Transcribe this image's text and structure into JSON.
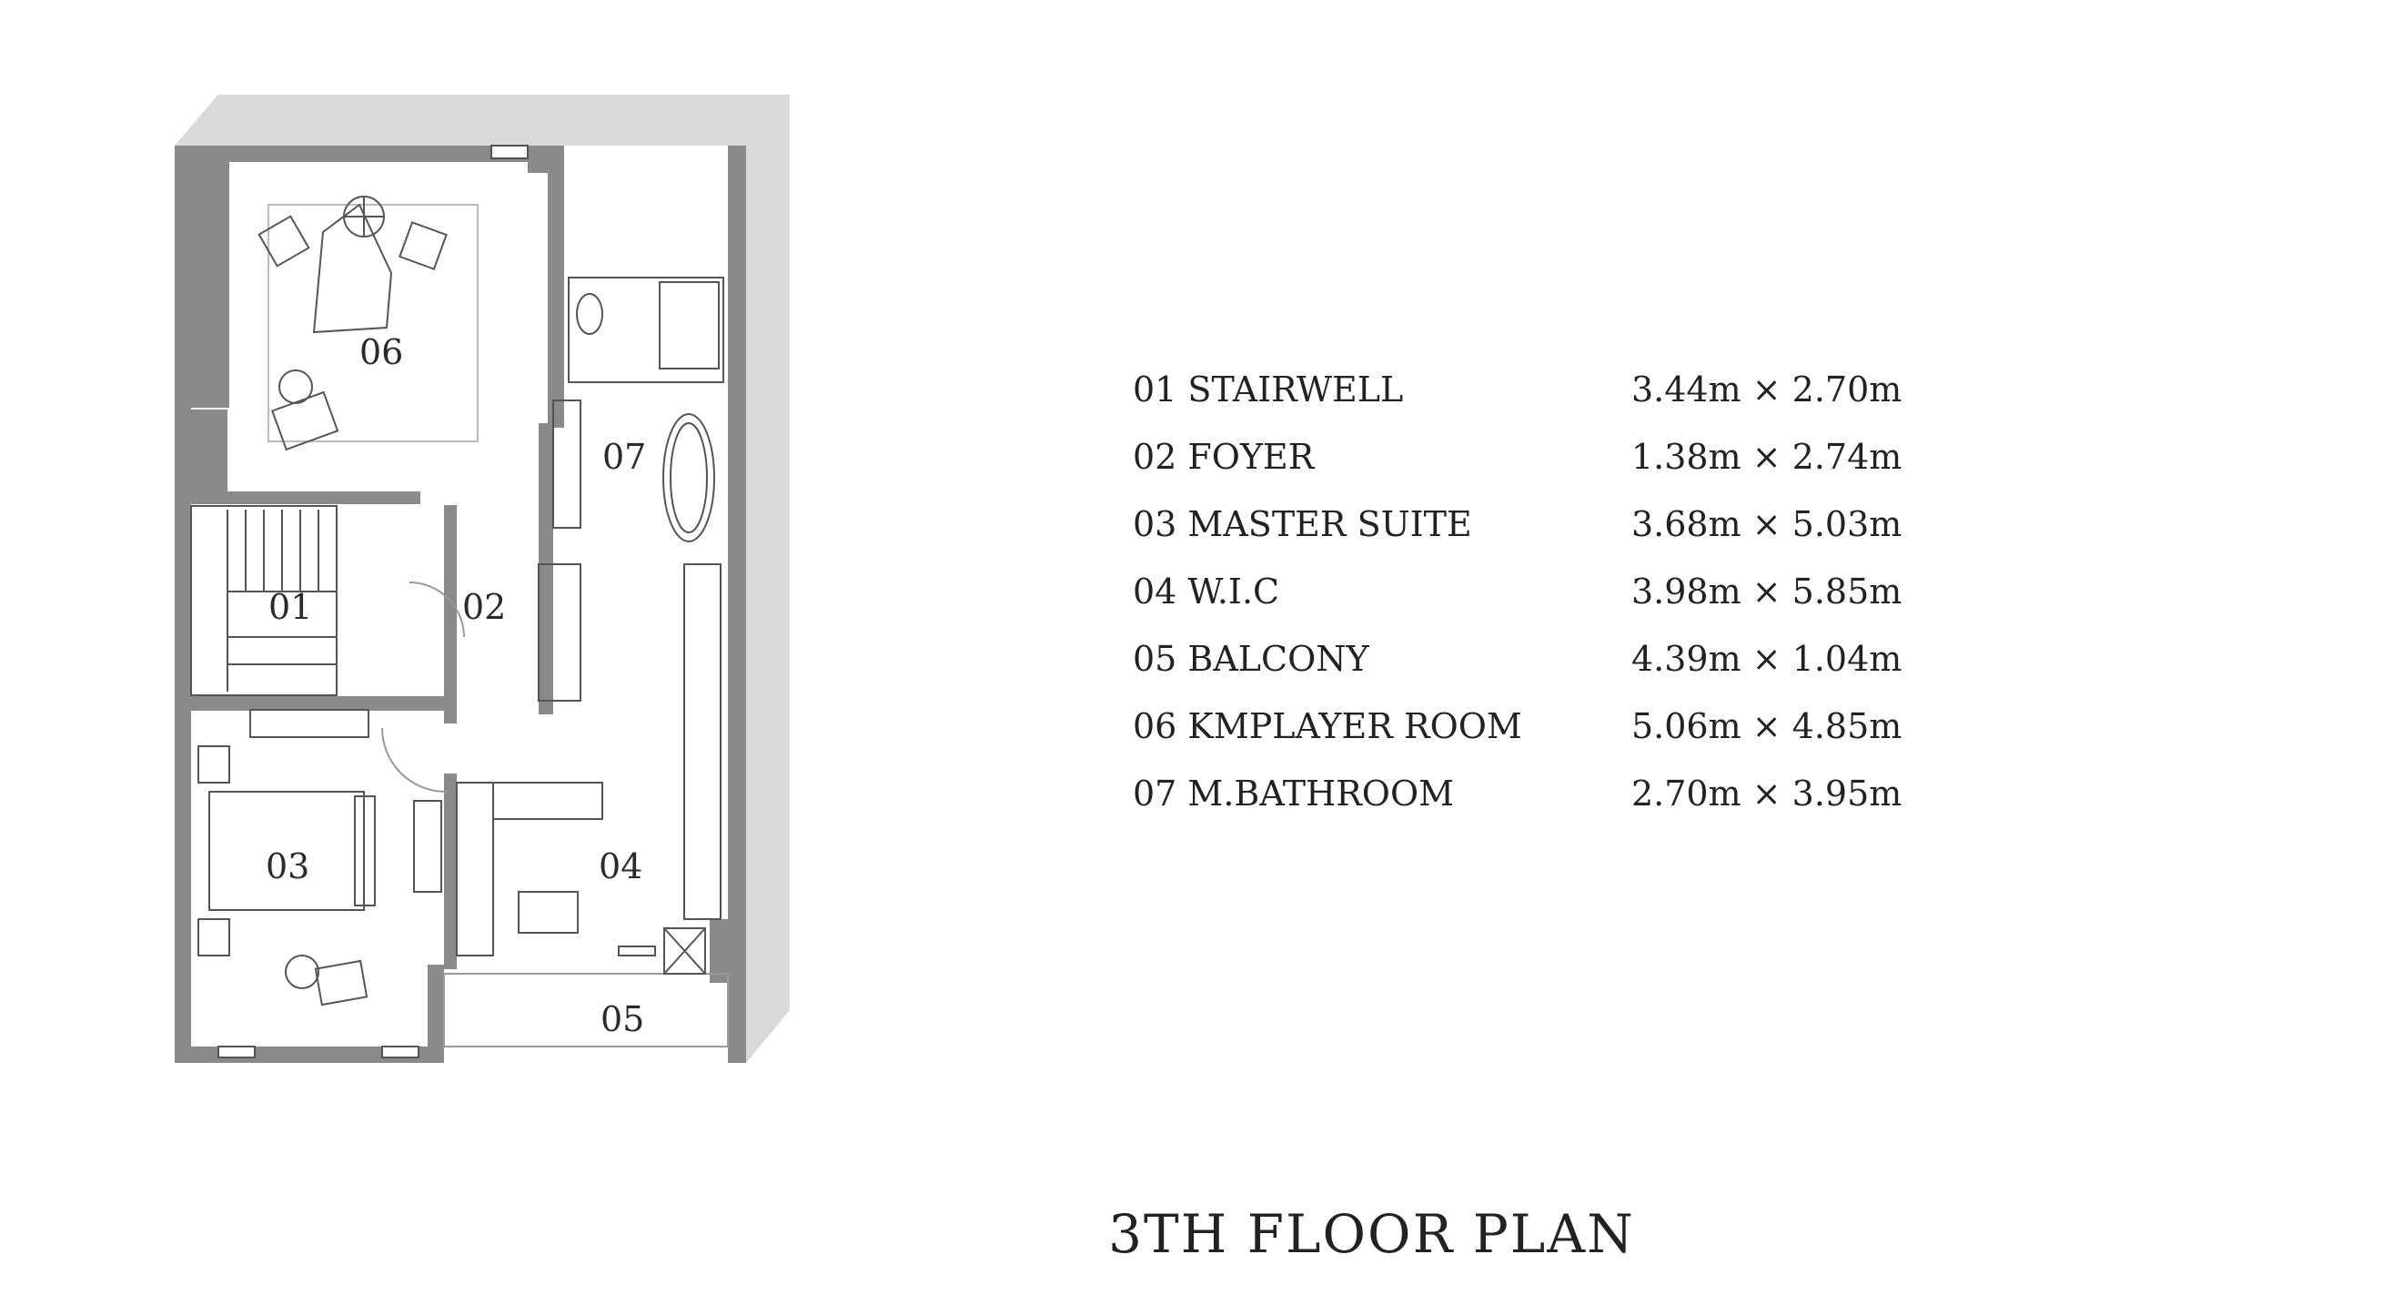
{
  "room_labels": {
    "r01": "01",
    "r02": "02",
    "r03": "03",
    "r04": "04",
    "r05": "05",
    "r06": "06",
    "r07": "07"
  },
  "schedule": [
    {
      "name": "01 STAIRWELL",
      "size": "3.44m × 2.70m"
    },
    {
      "name": "02 FOYER",
      "size": "1.38m × 2.74m"
    },
    {
      "name": "03 MASTER SUITE",
      "size": "3.68m × 5.03m"
    },
    {
      "name": "04 W.I.C",
      "size": "3.98m × 5.85m"
    },
    {
      "name": "05 BALCONY",
      "size": "4.39m × 1.04m"
    },
    {
      "name": "06 KMPLAYER ROOM",
      "size": "5.06m × 4.85m"
    },
    {
      "name": "07 M.BATHROOM",
      "size": "2.70m × 3.95m"
    }
  ],
  "title": "3TH FLOOR PLAN",
  "colors": {
    "wall": "#8a8a8a",
    "shadow": "#d9d9d9",
    "line": "#555555",
    "paper": "#ffffff"
  }
}
